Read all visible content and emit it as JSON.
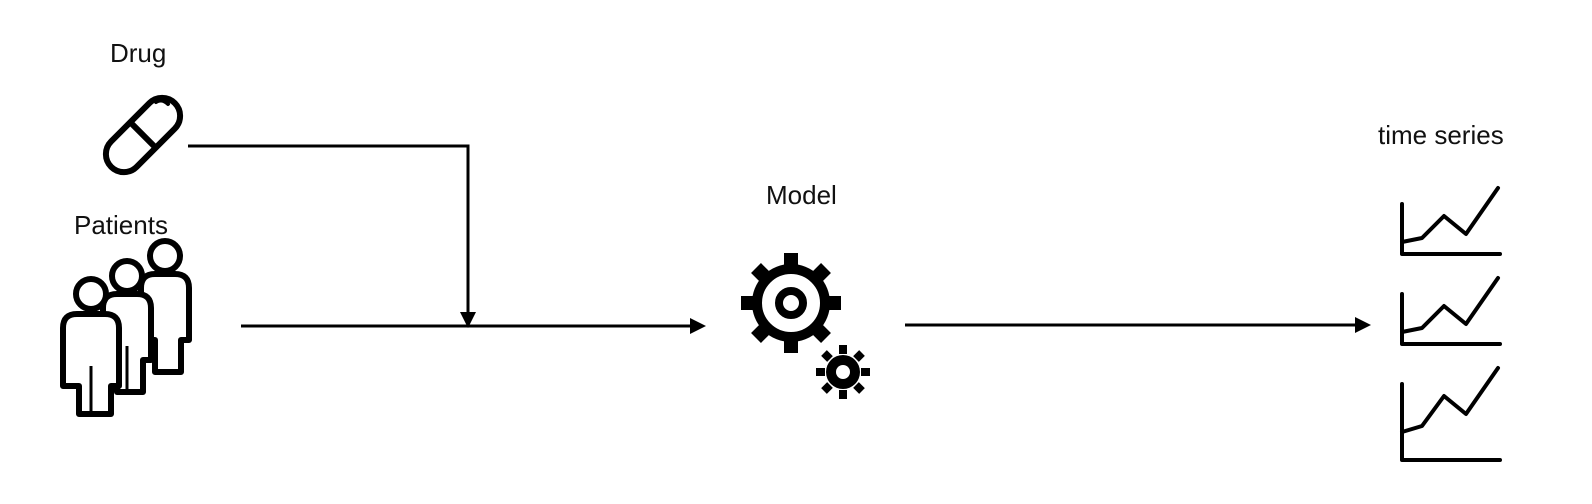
{
  "labels": {
    "drug": "Drug",
    "patients": "Patients",
    "model": "Model",
    "output": "time series"
  },
  "icons": {
    "drug": "pill-icon",
    "patients": "patients-group-icon",
    "model": "gears-icon",
    "output": "time-series-charts-icon"
  },
  "colors": {
    "stroke": "#000000",
    "text": "#111111"
  }
}
